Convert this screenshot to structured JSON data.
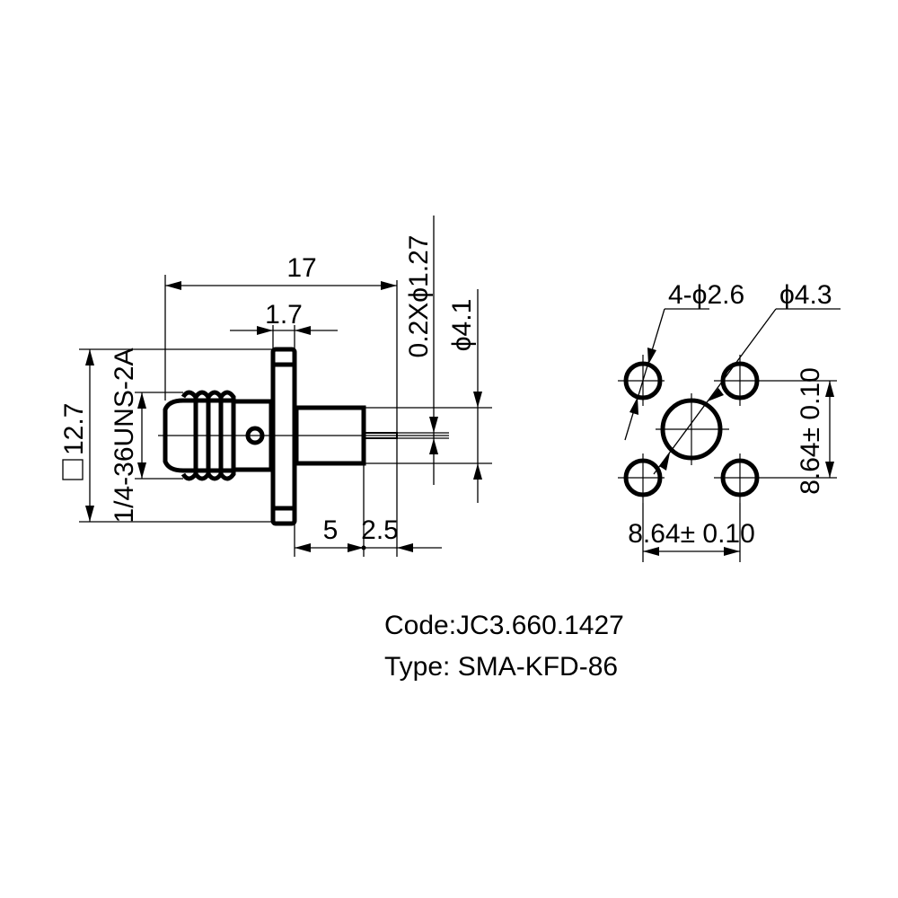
{
  "side_view": {
    "dims": {
      "overall_length": "17",
      "flange_thickness": "1.7",
      "pin_diameter": "0.2Xϕ1.27",
      "body_diameter": "ϕ4.1",
      "flange_square": "12.7",
      "thread": "1/4-36UNS-2A",
      "body_length": "5",
      "pin_length": "2.5"
    }
  },
  "front_view": {
    "dims": {
      "hole_spec": "4-ϕ2.6",
      "center_hole": "ϕ4.3",
      "vertical_spacing": "8.64± 0.10",
      "horizontal_spacing": "8.64± 0.10"
    }
  },
  "info": {
    "code": "Code:JC3.660.1427",
    "type": "Type: SMA-KFD-86"
  },
  "colors": {
    "line": "#000000",
    "background": "#ffffff"
  }
}
